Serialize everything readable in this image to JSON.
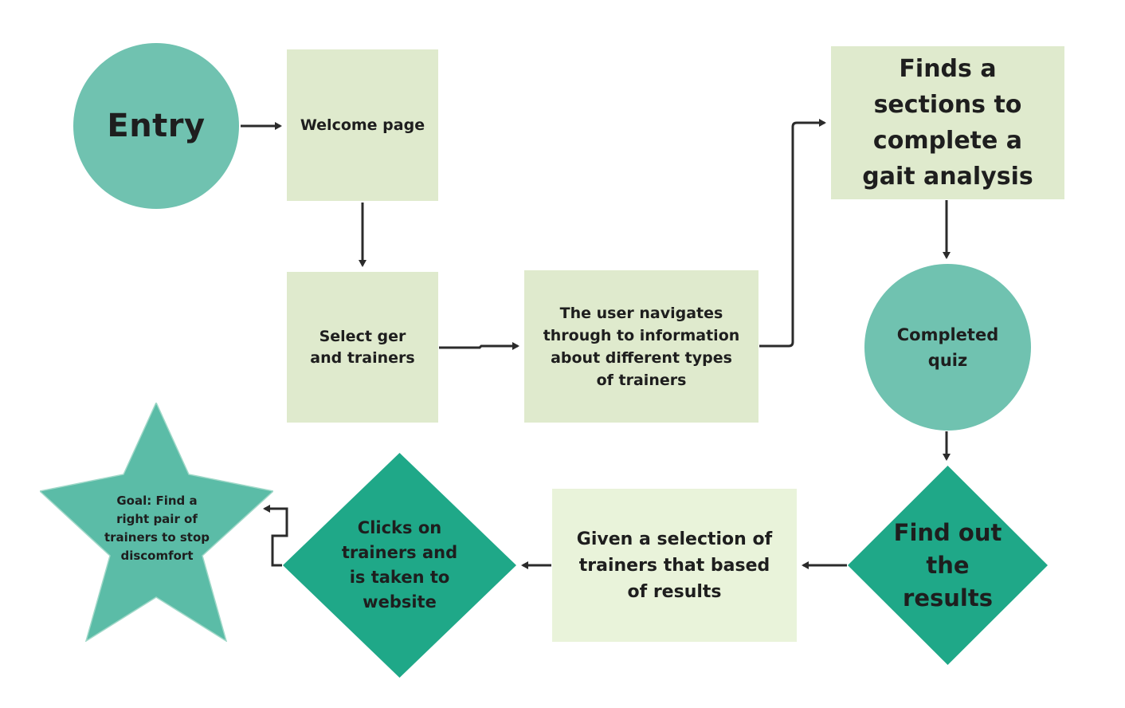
{
  "nodes": {
    "entry": "Entry",
    "welcome": "Welcome page",
    "select": "Select ger and trainers",
    "navigate": "The user navigates through to information about different types of trainers",
    "gait": "Finds a sections to complete a gait analysis",
    "quiz": "Completed quiz",
    "results": "Find out the results",
    "selection": "Given a selection of trainers that based of results",
    "clicks": "Clicks on trainers and is taken to website",
    "goal": "Goal: Find a right pair of trainers to stop discomfort"
  },
  "colors": {
    "circle": "#70c2b0",
    "diamond": "#1fa888",
    "star": "#5bbca7",
    "rect_dark": "#dfeacd",
    "rect_light": "#e9f3da",
    "arrow": "#2b2b2b"
  }
}
